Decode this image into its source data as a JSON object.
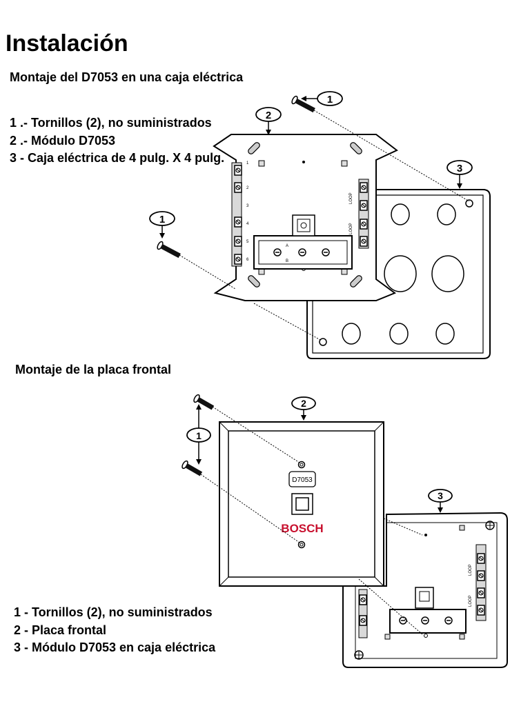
{
  "page": {
    "title": "Instalación"
  },
  "section1": {
    "heading": "Montaje del D7053 en una caja eléctrica",
    "legend": [
      "1 .- Tornillos (2), no suministrados",
      "2 .- Módulo D7053",
      "3 - Caja eléctrica de 4 pulg. X 4 pulg."
    ],
    "callouts": [
      "1",
      "2",
      "3",
      "1"
    ],
    "terminal_numbers": [
      "1",
      "2",
      "3",
      "4",
      "5",
      "6"
    ],
    "loop_labels": [
      "LOOP",
      "LOOP"
    ],
    "switch_letters": [
      "A",
      "B"
    ]
  },
  "section2": {
    "heading": "Montaje de la placa frontal",
    "legend": [
      "1 - Tornillos (2), no suministrados",
      "2 - Placa frontal",
      "3 - Módulo D7053 en caja eléctrica"
    ],
    "callouts": [
      "1",
      "2",
      "3"
    ],
    "plate_label": "D7053",
    "brand": "BOSCH",
    "loop_labels": [
      "LOOP",
      "LOOP"
    ]
  },
  "colors": {
    "ink": "#000000",
    "brand_red": "#c8102e"
  }
}
